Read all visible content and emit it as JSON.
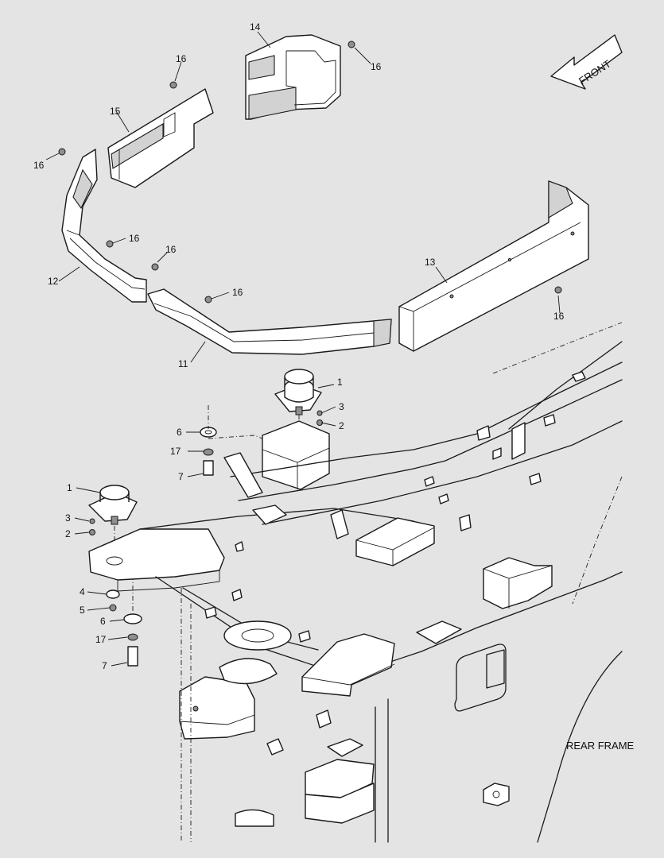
{
  "callouts": {
    "c1": "1",
    "c2": "2",
    "c3": "3",
    "c4": "4",
    "c5": "5",
    "c6": "6",
    "c7": "7",
    "c11": "11",
    "c12": "12",
    "c13": "13",
    "c14": "14",
    "c15": "15",
    "c16": "16",
    "c17": "17"
  },
  "labels": {
    "front": "FRONT",
    "rear_frame": "REAR FRAME"
  }
}
